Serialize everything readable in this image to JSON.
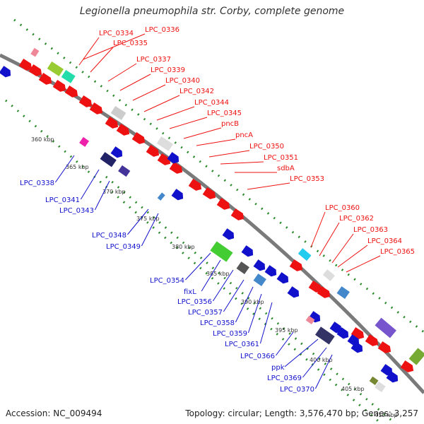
{
  "title": "Legionella pneumophila str. Corby, complete genome",
  "footer": {
    "accession": "Accession: NC_009494",
    "topology": "Topology: circular; Length: 3,576,470 bp; Genes: 3,257"
  },
  "colors": {
    "top_strand": "#ee1111",
    "bottom_strand": "#1111cc",
    "backbone": "#888888",
    "dots": "#2a8a2a"
  },
  "ticks": [
    "360 kbp",
    "365 kbp",
    "370 kbp",
    "375 kbp",
    "380 kbp",
    "385 kbp",
    "390 kbp",
    "395 kbp",
    "400 kbp",
    "405 kbp",
    "410 kbp"
  ],
  "top_labels": [
    "LPC_0334",
    "LPC_0336",
    "LPC_0335",
    "LPC_0337",
    "LPC_0339",
    "LPC_0340",
    "LPC_0342",
    "LPC_0344",
    "LPC_0345",
    "pncB",
    "pncA",
    "LPC_0350",
    "LPC_0351",
    "sdbA",
    "LPC_0353",
    "LPC_0360",
    "LPC_0362",
    "LPC_0363",
    "LPC_0364",
    "LPC_0365"
  ],
  "bottom_labels": [
    "LPC_0338",
    "LPC_0341",
    "LPC_0343",
    "LPC_0348",
    "LPC_0349",
    "LPC_0354",
    "fixL",
    "LPC_0356",
    "LPC_0357",
    "LPC_0358",
    "LPC_0359",
    "LPC_0361",
    "LPC_0366",
    "ppk",
    "LPC_0369",
    "LPC_0370"
  ]
}
